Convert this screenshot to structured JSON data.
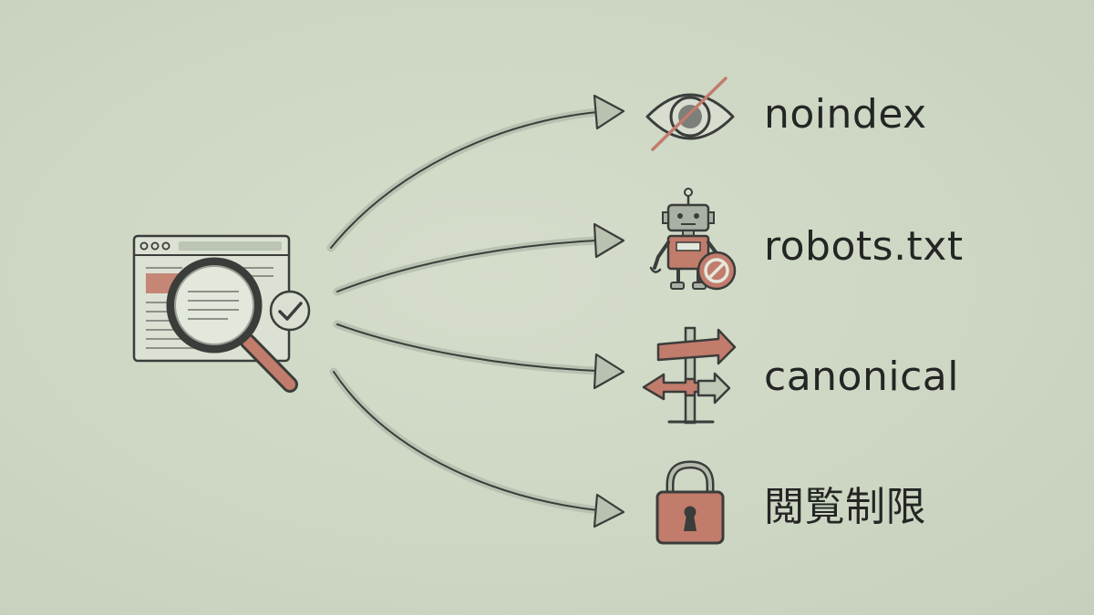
{
  "colors": {
    "background": "#cfd8c6",
    "ink": "#3a3d3a",
    "accent": "#c27c6c",
    "arrow_fill": "#b9c2b1"
  },
  "source_icon": [
    "browser-window-icon",
    "magnifier-icon",
    "check-icon"
  ],
  "items": [
    {
      "label": "noindex",
      "icon": "eye-slash-icon"
    },
    {
      "label": "robots.txt",
      "icon": "robot-blocked-icon"
    },
    {
      "label": "canonical",
      "icon": "signpost-icon"
    },
    {
      "label": "閲覧制限",
      "icon": "padlock-icon"
    }
  ]
}
